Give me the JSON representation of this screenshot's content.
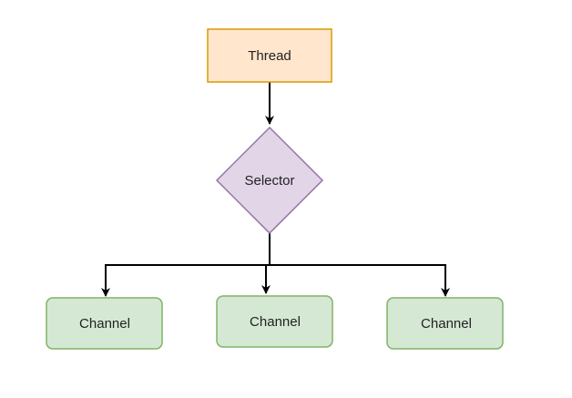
{
  "diagram": {
    "nodes": {
      "thread": {
        "label": "Thread",
        "shape": "rectangle",
        "fill": "#ffe6cc",
        "stroke": "#d79b00"
      },
      "selector": {
        "label": "Selector",
        "shape": "diamond",
        "fill": "#e1d5e7",
        "stroke": "#9673a6"
      },
      "channels": [
        {
          "label": "Channel",
          "shape": "rounded-rectangle",
          "fill": "#d5e8d4",
          "stroke": "#82b366"
        },
        {
          "label": "Channel",
          "shape": "rounded-rectangle",
          "fill": "#d5e8d4",
          "stroke": "#82b366"
        },
        {
          "label": "Channel",
          "shape": "rounded-rectangle",
          "fill": "#d5e8d4",
          "stroke": "#82b366"
        }
      ]
    },
    "edges": [
      {
        "from": "thread",
        "to": "selector"
      },
      {
        "from": "selector",
        "to": "channel-1"
      },
      {
        "from": "selector",
        "to": "channel-2"
      },
      {
        "from": "selector",
        "to": "channel-3"
      }
    ],
    "edge_color": "#000000"
  }
}
